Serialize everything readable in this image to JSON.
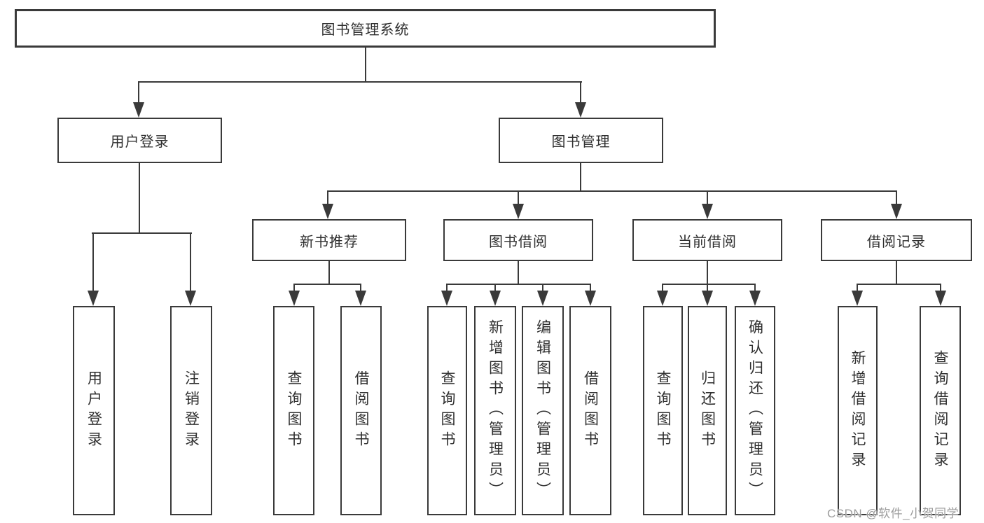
{
  "colors": {
    "line": "#3a3a3a",
    "text": "#2f2f2f",
    "watermark": "#9c9c9c",
    "background": "#ffffff",
    "node_fill": "#ffffff"
  },
  "watermark": {
    "text": "CSDN @软件_小贺同学"
  },
  "tree": {
    "root": {
      "label": "图书管理系统"
    },
    "level2": [
      {
        "label": "用户登录"
      },
      {
        "label": "图书管理"
      }
    ],
    "level3": [
      {
        "label": "新书推荐"
      },
      {
        "label": "图书借阅"
      },
      {
        "label": "当前借阅"
      },
      {
        "label": "借阅记录"
      }
    ],
    "leaves": [
      {
        "label": "用户登录"
      },
      {
        "label": "注销登录"
      },
      {
        "label": "查询图书"
      },
      {
        "label": "借阅图书"
      },
      {
        "label": "查询图书"
      },
      {
        "label": "新增图书（管理员）"
      },
      {
        "label": "编辑图书（管理员）"
      },
      {
        "label": "借阅图书"
      },
      {
        "label": "查询图书"
      },
      {
        "label": "归还图书"
      },
      {
        "label": "确认归还（管理员）"
      },
      {
        "label": "新增借阅记录"
      },
      {
        "label": "查询借阅记录"
      }
    ]
  }
}
